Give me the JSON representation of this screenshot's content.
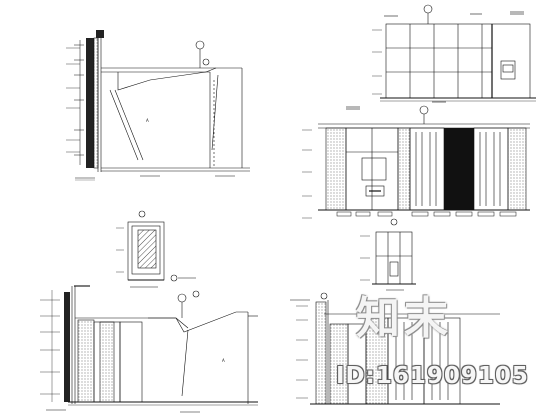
{
  "watermark": {
    "logo_text": "知末",
    "id_text": "ID:161909105"
  },
  "palette": {
    "line": "#111111",
    "hatch": "#333333",
    "glass": "#222222"
  },
  "drawing": {
    "views": [
      {
        "name": "section-top-left"
      },
      {
        "name": "elevation-top-right"
      },
      {
        "name": "elevation-middle-right"
      },
      {
        "name": "door-detail-middle"
      },
      {
        "name": "section-bottom-left"
      },
      {
        "name": "door-detail-bottom-right"
      },
      {
        "name": "elevation-bottom-right"
      }
    ]
  }
}
